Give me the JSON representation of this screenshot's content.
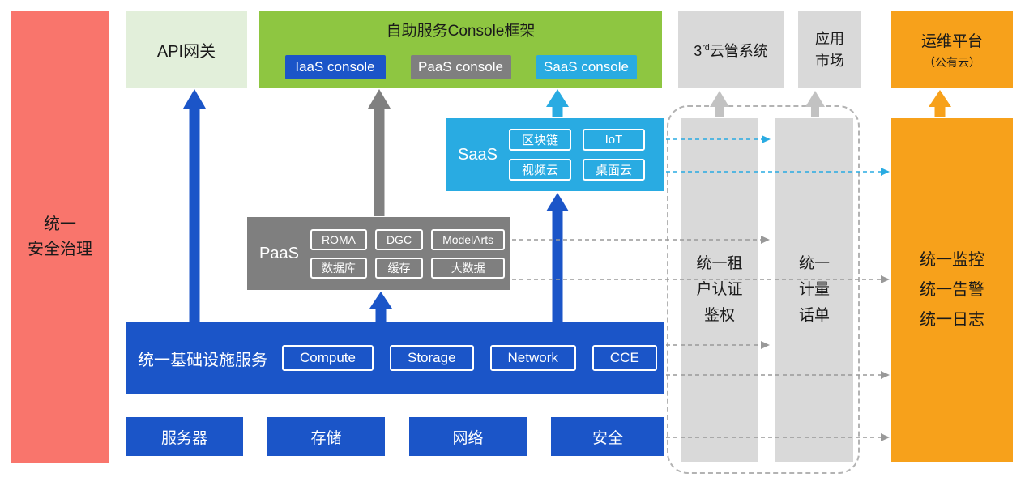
{
  "colors": {
    "red": "#F9756C",
    "light_green": "#E2EFDA",
    "green": "#8EC641",
    "blue": "#1B55C8",
    "gray": "#7F7F7F",
    "light_gray": "#D9D9D9",
    "cyan": "#29ABE2",
    "orange": "#F7A11B"
  },
  "security_bar": {
    "label": "统一\n安全治理"
  },
  "api_gateway": {
    "label": "API网关"
  },
  "console_framework": {
    "title": "自助服务Console框架",
    "buttons": [
      {
        "label": "IaaS console"
      },
      {
        "label": "PaaS console"
      },
      {
        "label": "SaaS console"
      }
    ]
  },
  "third_party_cloud": {
    "num": "3",
    "sup": "rd",
    "text": "云管系统"
  },
  "app_market": {
    "label": "应用\n市场"
  },
  "ops_platform": {
    "line1": "运维平台",
    "line2": "（公有云）"
  },
  "saas": {
    "label": "SaaS",
    "chips": [
      "区块链",
      "IoT",
      "视频云",
      "桌面云"
    ]
  },
  "paas": {
    "label": "PaaS",
    "chips": [
      "ROMA",
      "DGC",
      "ModelArts",
      "数据库",
      "缓存",
      "大数据"
    ]
  },
  "iaas": {
    "label": "统一基础设施服务",
    "chips": [
      "Compute",
      "Storage",
      "Network",
      "CCE"
    ]
  },
  "hardware": {
    "items": [
      "服务器",
      "存储",
      "网络",
      "安全"
    ]
  },
  "auth_bar": {
    "label": "统一租\n户认证\n鉴权"
  },
  "billing_bar": {
    "label": "统一\n计量\n话单"
  },
  "monitor_bar": {
    "label": "统一监控\n统一告警\n统一日志"
  }
}
